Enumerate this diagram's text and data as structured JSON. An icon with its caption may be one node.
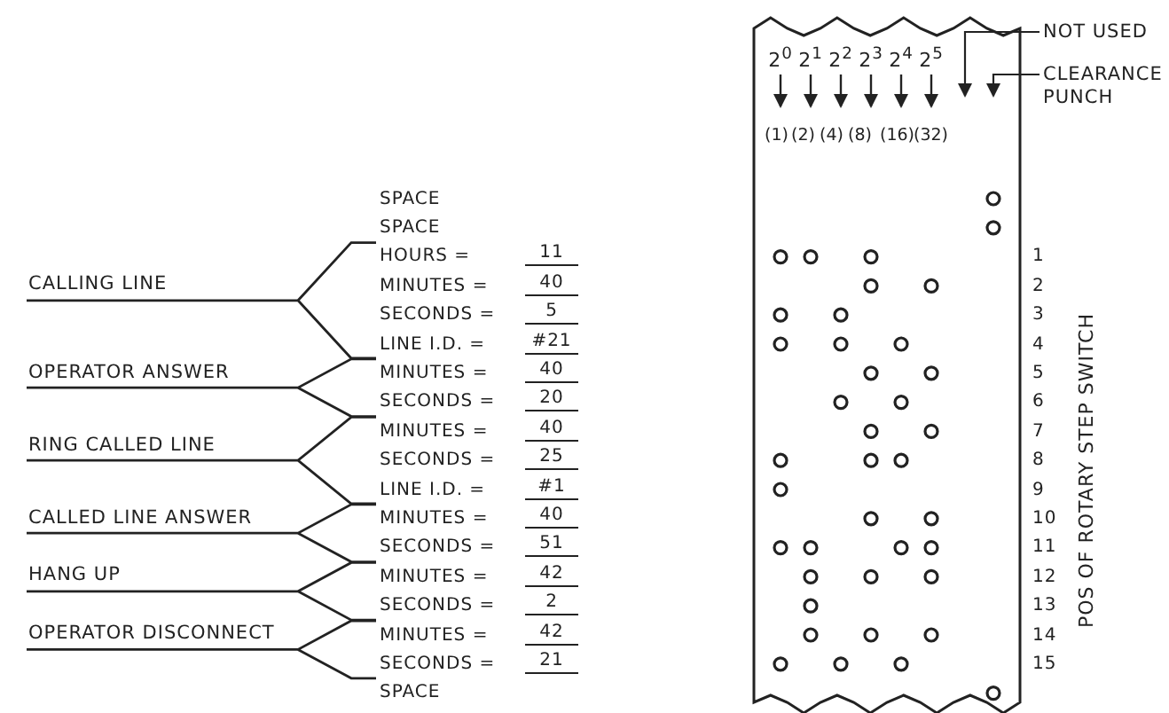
{
  "diagram": {
    "nodes": [
      {
        "text": [
          "NOT USED"
        ]
      },
      {
        "text": [
          "CLEARANCE PUNCH"
        ]
      }
    ],
    "edges": [
      {
        "from": 0,
        "to": null,
        "arrow": "to"
      },
      {
        "from": 1,
        "to": null,
        "arrow": "to"
      }
    ],
    "labels": [
      "2$^{0}$",
      "2$^{1}$",
      "2$^{2}$",
      "2$^{3}$",
      "2$^{4}$",
      "2$^{5}$",
      "(1)",
      "(2)",
      "(4)",
      "(8)",
      "(16)",
      "(32)",
      "SPACE",
      "SPACE",
      "HOURS =",
      "11",
      "MINUTES =",
      "40",
      "SECONDS =",
      "5",
      "LINE I.D. =",
      "#21",
      "MINUTES =",
      "40",
      "SECONDS =",
      "20",
      "MINUTES =",
      "40",
      "SECONDS =",
      "25",
      "LINE I.D. =",
      "#1",
      "MINUTES =",
      "40",
      "SECONDS =",
      "51",
      "MINUTES =",
      "42",
      "SECONDS =",
      "2",
      "MINUTES =",
      "42",
      "SECONDS =",
      "21",
      "SPACE",
      "1",
      "2",
      "3",
      "4",
      "5",
      "6",
      "7",
      "8",
      "9",
      "10",
      "11",
      "12",
      "13",
      "14",
      "15",
      "POS OF ROTARY STEP SWITCH",
      "CALLING LINE",
      "OPERATOR ANSWER",
      "RING CALLED LINE",
      "CALLED LINE ANSWER",
      "HANG UP",
      "OPERATOR DISCONNECT"
    ]
  }
}
